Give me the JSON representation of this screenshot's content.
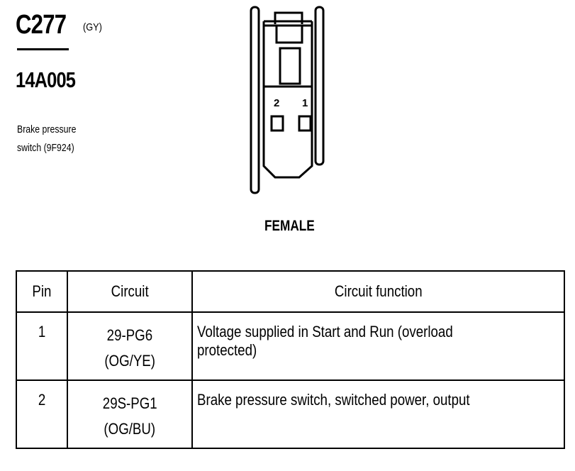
{
  "connector": {
    "id": "C277",
    "color_code": "(GY)",
    "part_number": "14A005",
    "description_line1": "Brake pressure",
    "description_line2": "switch (9F924)",
    "gender": "FEMALE",
    "pin_labels": [
      "2",
      "1"
    ]
  },
  "table": {
    "headers": [
      "Pin",
      "Circuit",
      "Circuit function"
    ],
    "rows": [
      {
        "pin": "1",
        "circuit": "29-PG6",
        "wire_color": "(OG/YE)",
        "function": "Voltage supplied in Start and Run (overload protected)"
      },
      {
        "pin": "2",
        "circuit": "29S-PG1",
        "wire_color": "(OG/BU)",
        "function": "Brake pressure switch, switched power, output"
      }
    ]
  }
}
